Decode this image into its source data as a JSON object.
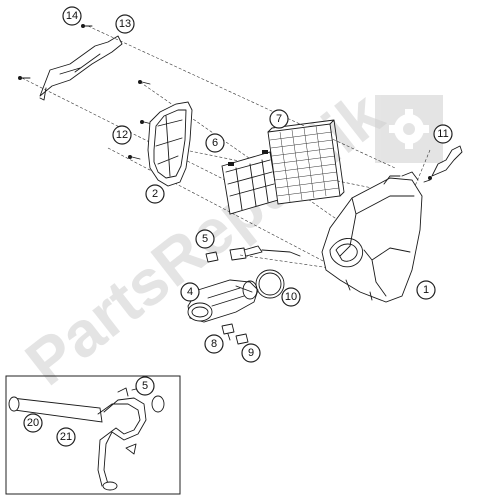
{
  "watermark": {
    "text": "PartsRepublik",
    "color": "#cfcfcf"
  },
  "callouts": [
    {
      "id": "14",
      "label": "14"
    },
    {
      "id": "13",
      "label": "13"
    },
    {
      "id": "7",
      "label": "7"
    },
    {
      "id": "12",
      "label": "12"
    },
    {
      "id": "6",
      "label": "6"
    },
    {
      "id": "2",
      "label": "2"
    },
    {
      "id": "11",
      "label": "11"
    },
    {
      "id": "5",
      "label": "5"
    },
    {
      "id": "4",
      "label": "4"
    },
    {
      "id": "10",
      "label": "10"
    },
    {
      "id": "1",
      "label": "1"
    },
    {
      "id": "8",
      "label": "8"
    },
    {
      "id": "9",
      "label": "9"
    },
    {
      "id": "5b",
      "label": "5"
    },
    {
      "id": "20",
      "label": "20"
    },
    {
      "id": "21",
      "label": "21"
    }
  ],
  "icons": {
    "watermark_logo": "gear-icon"
  }
}
